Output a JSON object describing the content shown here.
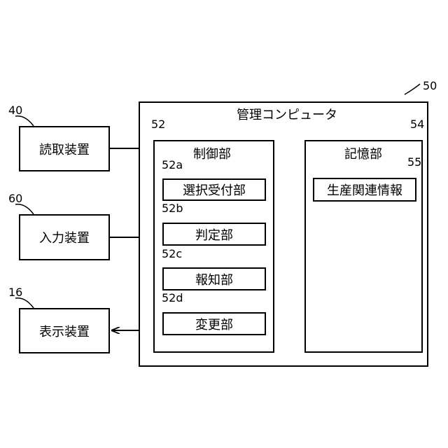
{
  "reading_device": {
    "ref": "40",
    "label": "読取装置"
  },
  "input_device": {
    "ref": "60",
    "label": "入力装置"
  },
  "display_device": {
    "ref": "16",
    "label": "表示装置"
  },
  "management_computer": {
    "ref": "50",
    "title": "管理コンピュータ",
    "control_unit": {
      "ref": "52",
      "title": "制御部",
      "parts": [
        {
          "ref": "52a",
          "label": "選択受付部"
        },
        {
          "ref": "52b",
          "label": "判定部"
        },
        {
          "ref": "52c",
          "label": "報知部"
        },
        {
          "ref": "52d",
          "label": "変更部"
        }
      ]
    },
    "storage_unit": {
      "ref": "54",
      "title": "記憶部",
      "info": {
        "ref": "55",
        "label": "生産関連情報"
      }
    }
  }
}
